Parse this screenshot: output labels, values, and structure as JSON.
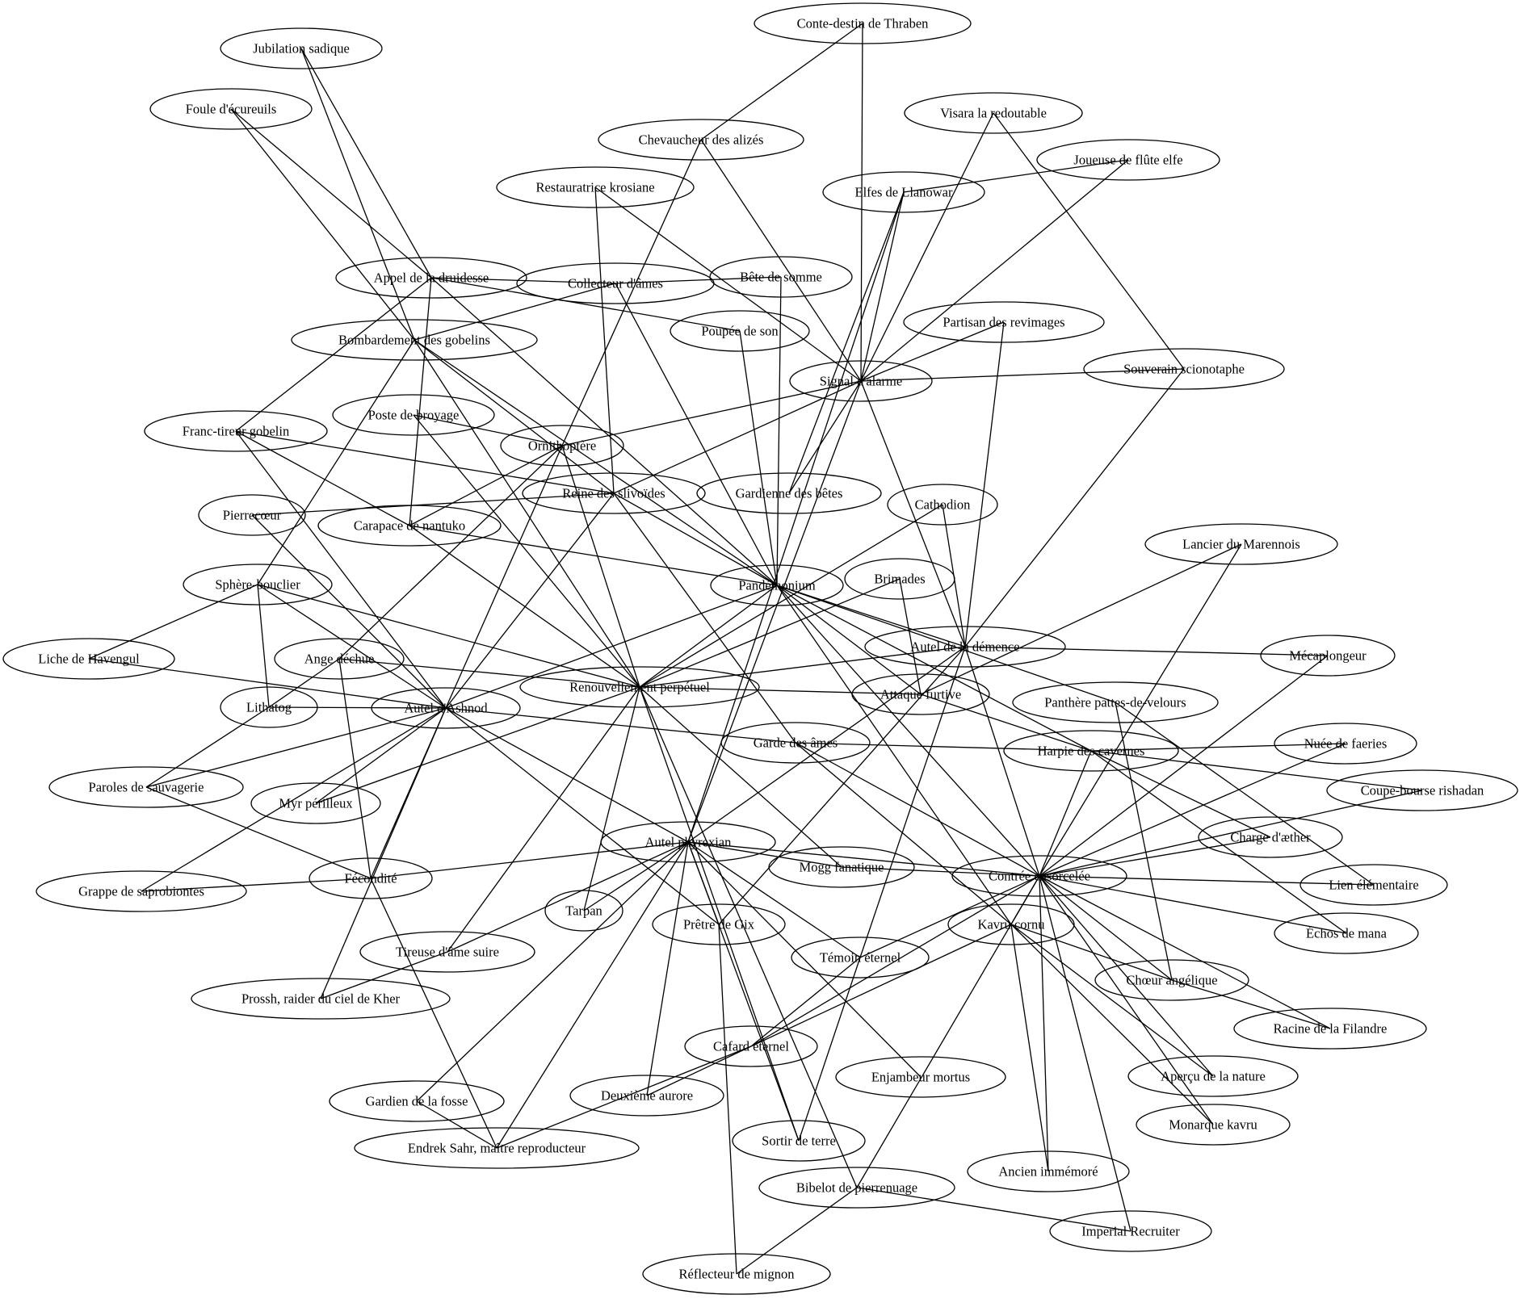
{
  "graph": {
    "nodes": [
      {
        "id": "conte",
        "label": "Conte-destin de Thraben"
      },
      {
        "id": "jubil",
        "label": "Jubilation sadique"
      },
      {
        "id": "foule",
        "label": "Foule d'écureuils"
      },
      {
        "id": "visara",
        "label": "Visara la redoutable"
      },
      {
        "id": "chevau",
        "label": "Chevaucheur des alizés"
      },
      {
        "id": "joueuse",
        "label": "Joueuse de flûte elfe"
      },
      {
        "id": "restau",
        "label": "Restauratrice krosiane"
      },
      {
        "id": "elfes",
        "label": "Elfes de Llanowar"
      },
      {
        "id": "appel",
        "label": "Appel de la druidesse"
      },
      {
        "id": "collect",
        "label": "Collecteur d'âmes"
      },
      {
        "id": "bete",
        "label": "Bête de somme"
      },
      {
        "id": "partisan",
        "label": "Partisan des revimages"
      },
      {
        "id": "poupee",
        "label": "Poupée de son"
      },
      {
        "id": "bomb",
        "label": "Bombardement des gobelins"
      },
      {
        "id": "souverain",
        "label": "Souverain scionotaphe"
      },
      {
        "id": "signal",
        "label": "Signal d'alarme"
      },
      {
        "id": "poste",
        "label": "Poste de broyage"
      },
      {
        "id": "franc",
        "label": "Franc-tireur gobelin"
      },
      {
        "id": "ornitho",
        "label": "Ornithoptère"
      },
      {
        "id": "reine",
        "label": "Reine des slivoïdes"
      },
      {
        "id": "gardienne",
        "label": "Gardienne des bêtes"
      },
      {
        "id": "pierre",
        "label": "Pierrecœur"
      },
      {
        "id": "cathodion",
        "label": "Cathodion"
      },
      {
        "id": "carapace",
        "label": "Carapace de nantuko"
      },
      {
        "id": "lancier",
        "label": "Lancier du Marennois"
      },
      {
        "id": "brimades",
        "label": "Brimades"
      },
      {
        "id": "sphere",
        "label": "Sphère-bouclier"
      },
      {
        "id": "pandem",
        "label": "Pandémonium"
      },
      {
        "id": "autelD",
        "label": "Autel de la démence"
      },
      {
        "id": "meca",
        "label": "Mécaplongeur"
      },
      {
        "id": "liche",
        "label": "Liche de Havengul"
      },
      {
        "id": "ange",
        "label": "Ange déchue"
      },
      {
        "id": "renouv",
        "label": "Renouvellement perpétuel"
      },
      {
        "id": "attaque",
        "label": "Attaque furtive"
      },
      {
        "id": "panthere",
        "label": "Panthère pattes-de-velours"
      },
      {
        "id": "lithatog",
        "label": "Lithatog"
      },
      {
        "id": "autelA",
        "label": "Autel d'Ashnod"
      },
      {
        "id": "garde",
        "label": "Garde des âmes"
      },
      {
        "id": "harpie",
        "label": "Harpie des cavernes"
      },
      {
        "id": "nuee",
        "label": "Nuée de faeries"
      },
      {
        "id": "paroles",
        "label": "Paroles de sauvagerie"
      },
      {
        "id": "coupe",
        "label": "Coupe-bourse rishadan"
      },
      {
        "id": "myr",
        "label": "Myr périlleux"
      },
      {
        "id": "charge",
        "label": "Charge d'æther"
      },
      {
        "id": "autelP",
        "label": "Autel phyrexian"
      },
      {
        "id": "mogg",
        "label": "Mogg fanatique"
      },
      {
        "id": "contree",
        "label": "Contrée ensorcelée"
      },
      {
        "id": "fecond",
        "label": "Fécondité"
      },
      {
        "id": "lien",
        "label": "Lien élémentaire"
      },
      {
        "id": "grappe",
        "label": "Grappe de saprobiontes"
      },
      {
        "id": "tarpan",
        "label": "Tarpan"
      },
      {
        "id": "pretre",
        "label": "Prêtre de Gix"
      },
      {
        "id": "kavru",
        "label": "Kavru cornu"
      },
      {
        "id": "echos",
        "label": "Échos de mana"
      },
      {
        "id": "tireuse",
        "label": "Tireuse d'âme suire"
      },
      {
        "id": "temoin",
        "label": "Témoin éternel"
      },
      {
        "id": "choeur",
        "label": "Chœur angélique"
      },
      {
        "id": "prossh",
        "label": "Prossh, raider du ciel de Kher"
      },
      {
        "id": "racine",
        "label": "Racine de la Filandre"
      },
      {
        "id": "cafard",
        "label": "Cafard éternel"
      },
      {
        "id": "apercu",
        "label": "Aperçu de la nature"
      },
      {
        "id": "enjambeur",
        "label": "Enjambeur mortus"
      },
      {
        "id": "gardien",
        "label": "Gardien de la fosse"
      },
      {
        "id": "deuxieme",
        "label": "Deuxième aurore"
      },
      {
        "id": "monarque",
        "label": "Monarque kavru"
      },
      {
        "id": "sortir",
        "label": "Sortir de terre"
      },
      {
        "id": "endrek",
        "label": "Endrek Sahr, maître reproducteur"
      },
      {
        "id": "ancien",
        "label": "Ancien immémoré"
      },
      {
        "id": "bibelot",
        "label": "Bibelot de pierrenuage"
      },
      {
        "id": "imperial",
        "label": "Imperial Recruiter"
      },
      {
        "id": "reflecteur",
        "label": "Réflecteur de mignon"
      }
    ],
    "edges": [
      [
        "conte",
        "chevau"
      ],
      [
        "conte",
        "signal"
      ],
      [
        "jubil",
        "appel"
      ],
      [
        "jubil",
        "bomb"
      ],
      [
        "foule",
        "appel"
      ],
      [
        "foule",
        "bomb"
      ],
      [
        "visara",
        "signal"
      ],
      [
        "visara",
        "souverain"
      ],
      [
        "joueuse",
        "elfes"
      ],
      [
        "joueuse",
        "signal"
      ],
      [
        "chevau",
        "signal"
      ],
      [
        "chevau",
        "ornitho"
      ],
      [
        "restau",
        "reine"
      ],
      [
        "restau",
        "signal"
      ],
      [
        "elfes",
        "signal"
      ],
      [
        "elfes",
        "gardienne"
      ],
      [
        "elfes",
        "autelP"
      ],
      [
        "appel",
        "collect"
      ],
      [
        "appel",
        "poupee"
      ],
      [
        "appel",
        "franc"
      ],
      [
        "appel",
        "carapace"
      ],
      [
        "appel",
        "pandem"
      ],
      [
        "collect",
        "bete"
      ],
      [
        "collect",
        "bomb"
      ],
      [
        "collect",
        "pandem"
      ],
      [
        "bete",
        "pandem"
      ],
      [
        "poupee",
        "pandem"
      ],
      [
        "partisan",
        "signal"
      ],
      [
        "partisan",
        "autelD"
      ],
      [
        "bomb",
        "sphere"
      ],
      [
        "bomb",
        "reine"
      ],
      [
        "bomb",
        "pandem"
      ],
      [
        "bomb",
        "renouv"
      ],
      [
        "souverain",
        "signal"
      ],
      [
        "souverain",
        "autelD"
      ],
      [
        "signal",
        "ornitho"
      ],
      [
        "signal",
        "reine"
      ],
      [
        "signal",
        "gardienne"
      ],
      [
        "signal",
        "autelD"
      ],
      [
        "signal",
        "autelP"
      ],
      [
        "poste",
        "ornitho"
      ],
      [
        "poste",
        "renouv"
      ],
      [
        "franc",
        "carapace"
      ],
      [
        "franc",
        "reine"
      ],
      [
        "franc",
        "autelA"
      ],
      [
        "ornitho",
        "carapace"
      ],
      [
        "ornitho",
        "ange"
      ],
      [
        "ornitho",
        "autelA"
      ],
      [
        "ornitho",
        "renouv"
      ],
      [
        "reine",
        "pierre"
      ],
      [
        "reine",
        "pandem"
      ],
      [
        "reine",
        "autelA"
      ],
      [
        "reine",
        "garde"
      ],
      [
        "pierre",
        "autelA"
      ],
      [
        "carapace",
        "pandem"
      ],
      [
        "carapace",
        "renouv"
      ],
      [
        "cathodion",
        "autelD"
      ],
      [
        "cathodion",
        "renouv"
      ],
      [
        "lancier",
        "attaque"
      ],
      [
        "lancier",
        "contree"
      ],
      [
        "brimades",
        "attaque"
      ],
      [
        "brimades",
        "renouv"
      ],
      [
        "sphere",
        "liche"
      ],
      [
        "sphere",
        "lithatog"
      ],
      [
        "sphere",
        "autelA"
      ],
      [
        "sphere",
        "renouv"
      ],
      [
        "pandem",
        "renouv"
      ],
      [
        "pandem",
        "autelA"
      ],
      [
        "pandem",
        "attaque"
      ],
      [
        "pandem",
        "autelD"
      ],
      [
        "pandem",
        "contree"
      ],
      [
        "pandem",
        "kavru"
      ],
      [
        "pandem",
        "panthere"
      ],
      [
        "pandem",
        "harpie"
      ],
      [
        "autelD",
        "meca"
      ],
      [
        "autelD",
        "renouv"
      ],
      [
        "autelD",
        "pretre"
      ],
      [
        "autelD",
        "temoin"
      ],
      [
        "autelD",
        "contree"
      ],
      [
        "autelD",
        "autelP"
      ],
      [
        "meca",
        "contree"
      ],
      [
        "liche",
        "autelA"
      ],
      [
        "ange",
        "lithatog"
      ],
      [
        "ange",
        "fecond"
      ],
      [
        "ange",
        "renouv"
      ],
      [
        "renouv",
        "attaque"
      ],
      [
        "renouv",
        "myr"
      ],
      [
        "renouv",
        "tireuse"
      ],
      [
        "renouv",
        "tarpan"
      ],
      [
        "renouv",
        "mogg"
      ],
      [
        "renouv",
        "sortir"
      ],
      [
        "renouv",
        "bibelot"
      ],
      [
        "attaque",
        "harpie"
      ],
      [
        "panthere",
        "choeur"
      ],
      [
        "panthere",
        "lien"
      ],
      [
        "lithatog",
        "autelA"
      ],
      [
        "lithatog",
        "paroles"
      ],
      [
        "autelA",
        "garde"
      ],
      [
        "autelA",
        "paroles"
      ],
      [
        "autelA",
        "myr"
      ],
      [
        "autelA",
        "grappe"
      ],
      [
        "autelA",
        "autelP"
      ],
      [
        "autelA",
        "pretre"
      ],
      [
        "autelA",
        "prossh"
      ],
      [
        "autelA",
        "fecond"
      ],
      [
        "garde",
        "harpie"
      ],
      [
        "garde",
        "contree"
      ],
      [
        "garde",
        "kavru"
      ],
      [
        "harpie",
        "nuee"
      ],
      [
        "harpie",
        "coupe"
      ],
      [
        "harpie",
        "contree"
      ],
      [
        "harpie",
        "charge"
      ],
      [
        "harpie",
        "echos"
      ],
      [
        "nuee",
        "contree"
      ],
      [
        "paroles",
        "fecond"
      ],
      [
        "coupe",
        "contree"
      ],
      [
        "charge",
        "contree"
      ],
      [
        "autelP",
        "fecond"
      ],
      [
        "autelP",
        "tarpan"
      ],
      [
        "autelP",
        "tireuse"
      ],
      [
        "autelP",
        "mogg"
      ],
      [
        "autelP",
        "temoin"
      ],
      [
        "autelP",
        "enjambeur"
      ],
      [
        "autelP",
        "gardien"
      ],
      [
        "autelP",
        "deuxieme"
      ],
      [
        "autelP",
        "endrek"
      ],
      [
        "autelP",
        "sortir"
      ],
      [
        "autelP",
        "pretre"
      ],
      [
        "autelP",
        "contree"
      ],
      [
        "mogg",
        "contree"
      ],
      [
        "contree",
        "lien"
      ],
      [
        "contree",
        "echos"
      ],
      [
        "contree",
        "kavru"
      ],
      [
        "contree",
        "temoin"
      ],
      [
        "contree",
        "choeur"
      ],
      [
        "contree",
        "racine"
      ],
      [
        "contree",
        "apercu"
      ],
      [
        "contree",
        "monarque"
      ],
      [
        "contree",
        "ancien"
      ],
      [
        "contree",
        "imperial"
      ],
      [
        "contree",
        "bibelot"
      ],
      [
        "contree",
        "cafard"
      ],
      [
        "fecond",
        "grappe"
      ],
      [
        "fecond",
        "endrek"
      ],
      [
        "pretre",
        "reflecteur"
      ],
      [
        "kavru",
        "choeur"
      ],
      [
        "kavru",
        "apercu"
      ],
      [
        "kavru",
        "monarque"
      ],
      [
        "kavru",
        "ancien"
      ],
      [
        "kavru",
        "cafard"
      ],
      [
        "tireuse",
        "prossh"
      ],
      [
        "temoin",
        "cafard"
      ],
      [
        "temoin",
        "sortir"
      ],
      [
        "choeur",
        "racine"
      ],
      [
        "cafard",
        "deuxieme"
      ],
      [
        "cafard",
        "endrek"
      ],
      [
        "gardien",
        "endrek"
      ],
      [
        "bibelot",
        "imperial"
      ],
      [
        "bibelot",
        "reflecteur"
      ]
    ]
  }
}
